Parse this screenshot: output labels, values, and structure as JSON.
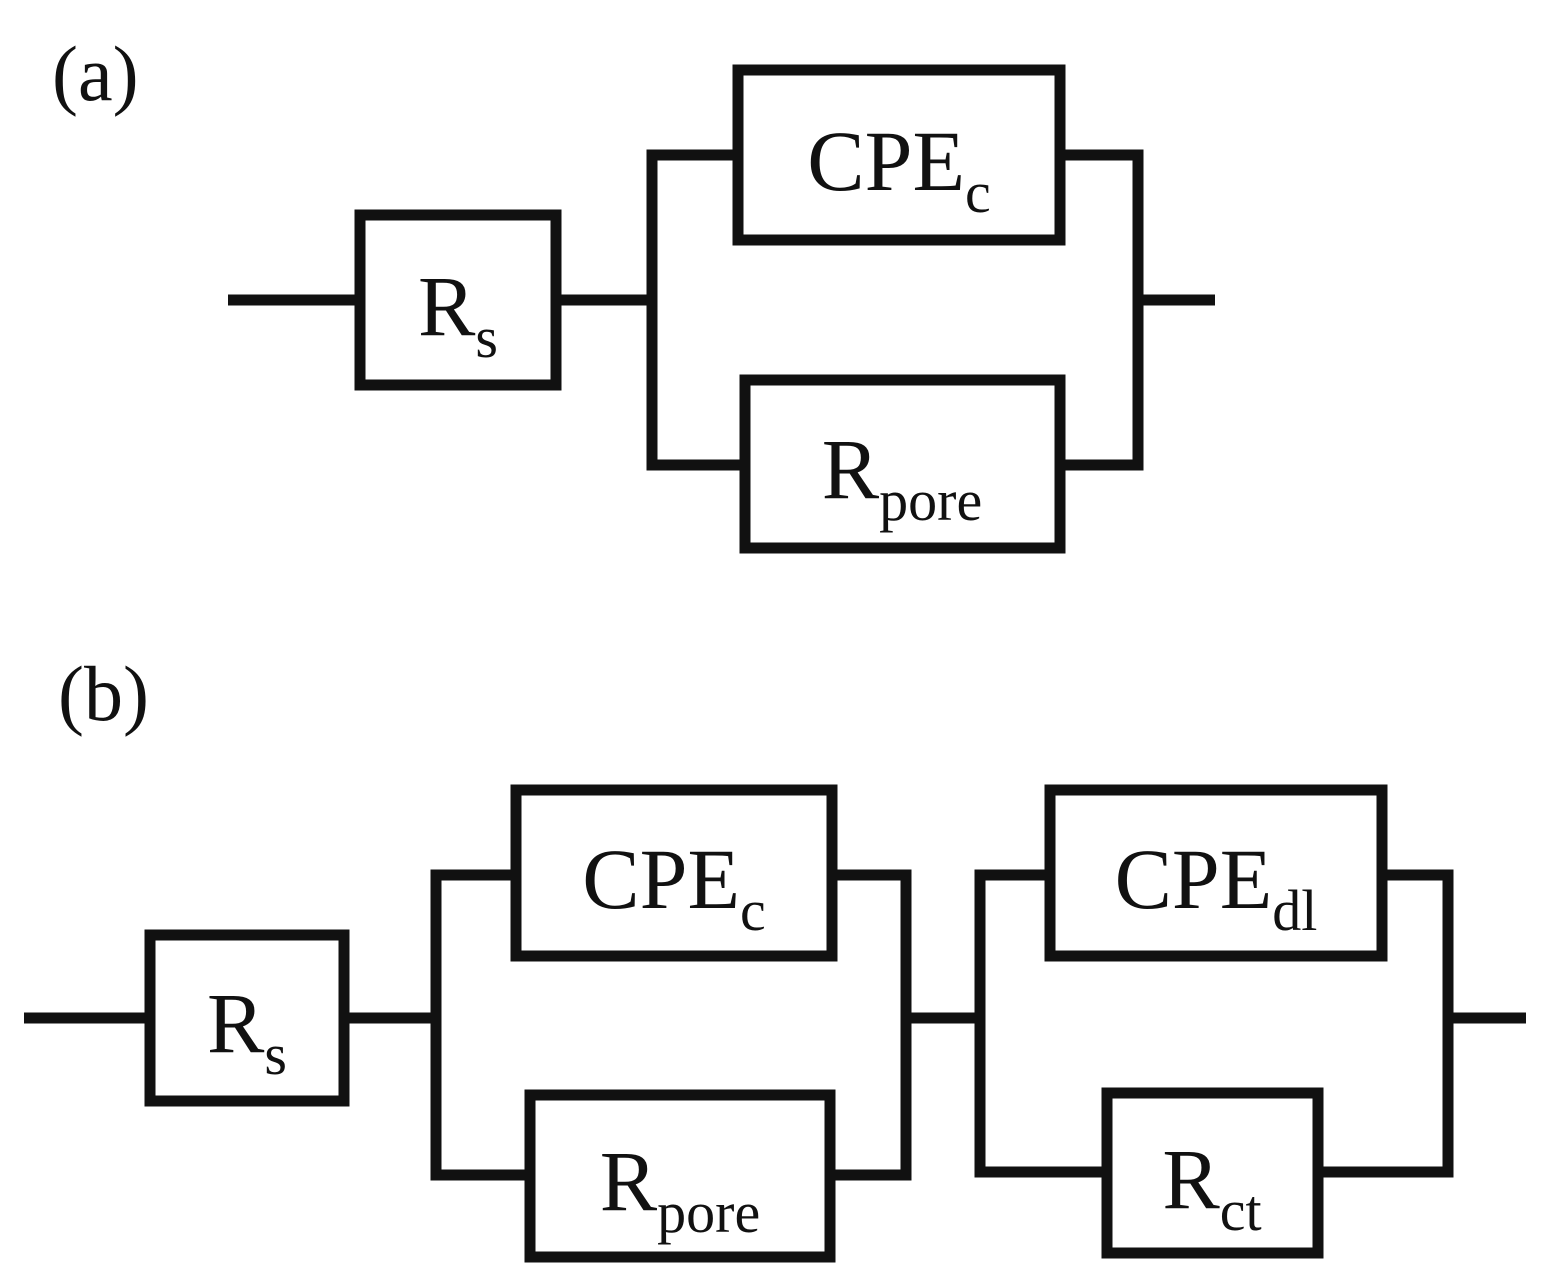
{
  "panels": [
    {
      "label": "(a)",
      "elements": {
        "rs": {
          "symbol": "R",
          "subscript": "s"
        },
        "cpe_c": {
          "symbol": "CPE",
          "subscript": "c"
        },
        "r_pore": {
          "symbol": "R",
          "subscript": "pore"
        }
      }
    },
    {
      "label": "(b)",
      "elements": {
        "rs": {
          "symbol": "R",
          "subscript": "s"
        },
        "cpe_c": {
          "symbol": "CPE",
          "subscript": "c"
        },
        "r_pore": {
          "symbol": "R",
          "subscript": "pore"
        },
        "cpe_dl": {
          "symbol": "CPE",
          "subscript": "dl"
        },
        "r_ct": {
          "symbol": "R",
          "subscript": "ct"
        }
      }
    }
  ],
  "colors": {
    "line": "#111111",
    "background": "#ffffff"
  }
}
